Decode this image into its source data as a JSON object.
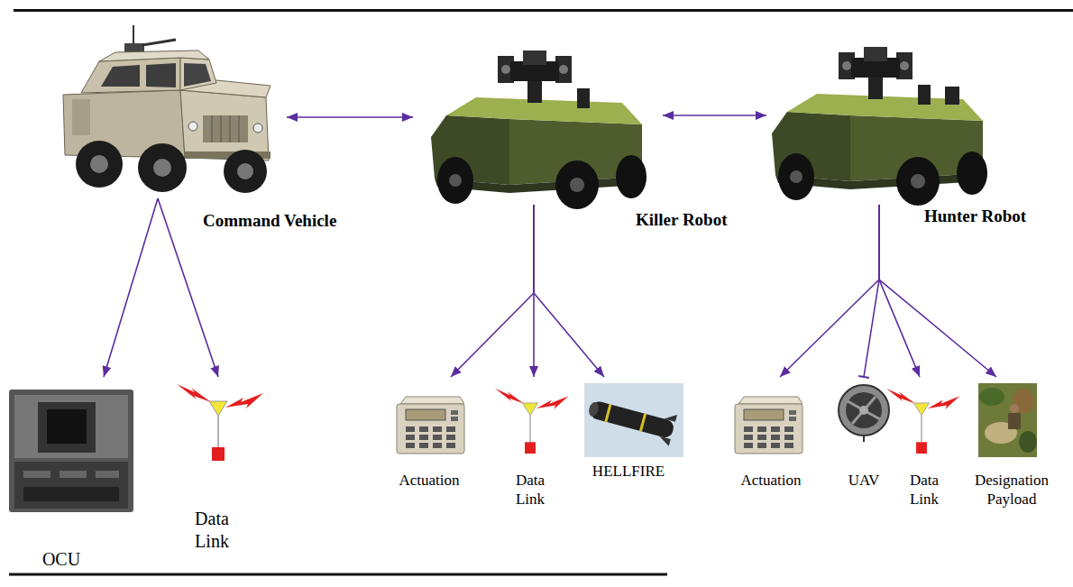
{
  "diagram": {
    "nodes": [
      {
        "text": [
          "Command Vehicle"
        ]
      },
      {
        "text": [
          "Killer Robot"
        ]
      },
      {
        "text": [
          "Hunter Robot"
        ]
      },
      {
        "text": [
          "OCU"
        ]
      },
      {
        "text": [
          "Data Link"
        ]
      },
      {
        "text": [
          "Actuation"
        ]
      },
      {
        "text": [
          "Data Link"
        ]
      },
      {
        "text": [
          "HELLFIRE"
        ]
      },
      {
        "text": [
          "Actuation"
        ]
      },
      {
        "text": [
          "UAV"
        ]
      },
      {
        "text": [
          "Data Link"
        ]
      },
      {
        "text": [
          "Designation Payload"
        ]
      }
    ],
    "edges": [
      {
        "from": 0,
        "to": 1,
        "arrow": "both"
      },
      {
        "from": 1,
        "to": 2,
        "arrow": "both"
      },
      {
        "from": 0,
        "to": 3,
        "arrow": "to"
      },
      {
        "from": 0,
        "to": 4,
        "arrow": "to"
      },
      {
        "from": 1,
        "to": 5,
        "arrow": "to"
      },
      {
        "from": 1,
        "to": 6,
        "arrow": "to"
      },
      {
        "from": 1,
        "to": 7,
        "arrow": "to"
      },
      {
        "from": 2,
        "to": 8,
        "arrow": "to"
      },
      {
        "from": 2,
        "to": 9,
        "arrow": "none"
      },
      {
        "from": 2,
        "to": 10,
        "arrow": "to"
      },
      {
        "from": 2,
        "to": 11,
        "arrow": "to"
      }
    ]
  }
}
